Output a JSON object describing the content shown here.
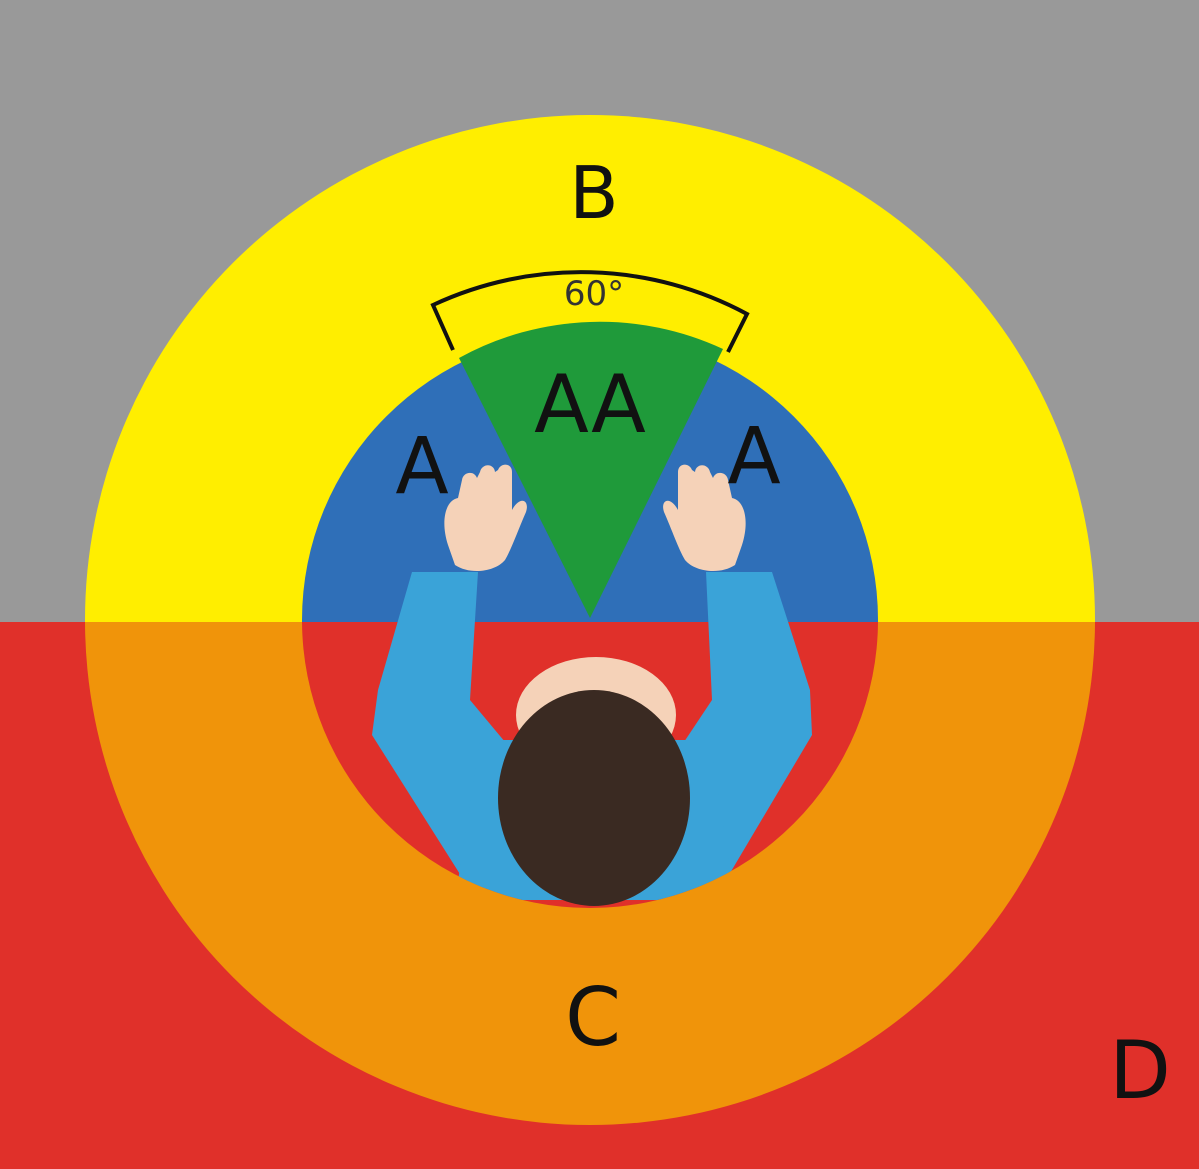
{
  "labels": {
    "zone_aa": "AA",
    "zone_a_left": "A",
    "zone_a_right": "A",
    "zone_b": "B",
    "zone_c": "C",
    "zone_d": "D",
    "angle": "60°"
  },
  "colors": {
    "background_top": "#999999",
    "background_bottom": "#e0302a",
    "zone_b": "#ffee00",
    "zone_c": "#f0940a",
    "zone_a": "#2f6fb8",
    "zone_aa": "#1f9a3a",
    "inner_lower": "#e0302a",
    "desk": "#e0302a",
    "sleeve": "#3aa3d8",
    "skin": "#f5d2b8",
    "hair": "#3a2a22",
    "outline": "#111111"
  }
}
